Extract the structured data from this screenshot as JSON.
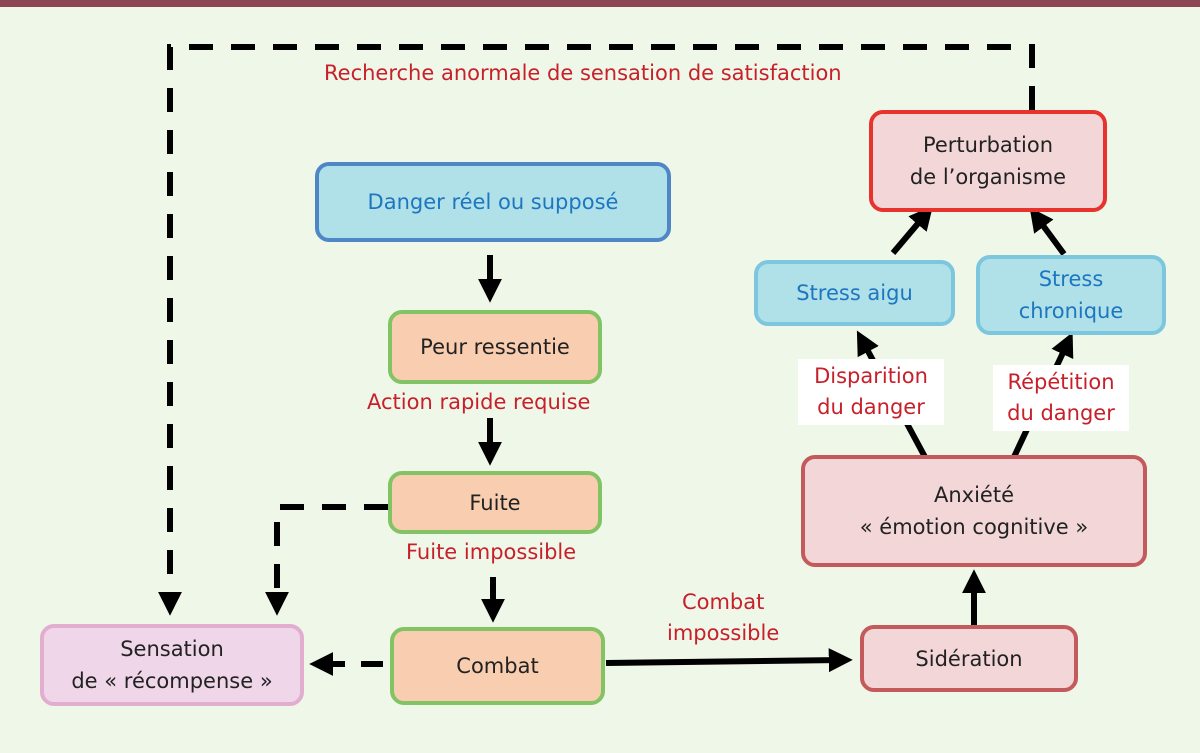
{
  "colors": {
    "background": "#eff7e9",
    "top_bar": "#8c4552",
    "label_text": "#c8202a",
    "arrow": "#000000"
  },
  "nodes": {
    "danger": "Danger réel ou supposé",
    "peur": "Peur ressentie",
    "fuite": "Fuite",
    "combat": "Combat",
    "sensation_line1": "Sensation",
    "sensation_line2": "de « récompense »",
    "sideration": "Sidération",
    "anxiete_line1": "Anxiété",
    "anxiete_line2": "« émotion cognitive »",
    "stress_aigu": "Stress aigu",
    "stress_chronique_line1": "Stress",
    "stress_chronique_line2": "chronique",
    "perturbation_line1": "Perturbation",
    "perturbation_line2": "de l’organisme"
  },
  "labels": {
    "recherche": "Recherche anormale de sensation de satisfaction",
    "action_rapide": "Action rapide requise",
    "fuite_impossible": "Fuite impossible",
    "combat_impossible_line1": "Combat",
    "combat_impossible_line2": "impossible",
    "disparition_line1": "Disparition",
    "disparition_line2": "du danger",
    "repetition_line1": "Répétition",
    "repetition_line2": "du danger"
  },
  "edges": [
    {
      "from": "danger",
      "to": "peur",
      "style": "solid"
    },
    {
      "from": "peur",
      "to": "fuite",
      "style": "solid",
      "label": "action_rapide"
    },
    {
      "from": "fuite",
      "to": "combat",
      "style": "solid",
      "label": "fuite_impossible"
    },
    {
      "from": "fuite",
      "to": "sensation",
      "style": "dashed"
    },
    {
      "from": "combat",
      "to": "sensation",
      "style": "dashed"
    },
    {
      "from": "combat",
      "to": "sideration",
      "style": "solid",
      "label": "combat_impossible"
    },
    {
      "from": "sideration",
      "to": "anxiete",
      "style": "solid"
    },
    {
      "from": "anxiete",
      "to": "stress_aigu",
      "style": "solid",
      "label": "disparition"
    },
    {
      "from": "anxiete",
      "to": "stress_chronique",
      "style": "solid",
      "label": "repetition"
    },
    {
      "from": "stress_aigu",
      "to": "perturbation",
      "style": "solid"
    },
    {
      "from": "stress_chronique",
      "to": "perturbation",
      "style": "solid"
    },
    {
      "from": "perturbation",
      "to": "sensation",
      "style": "dashed",
      "label": "recherche"
    }
  ]
}
